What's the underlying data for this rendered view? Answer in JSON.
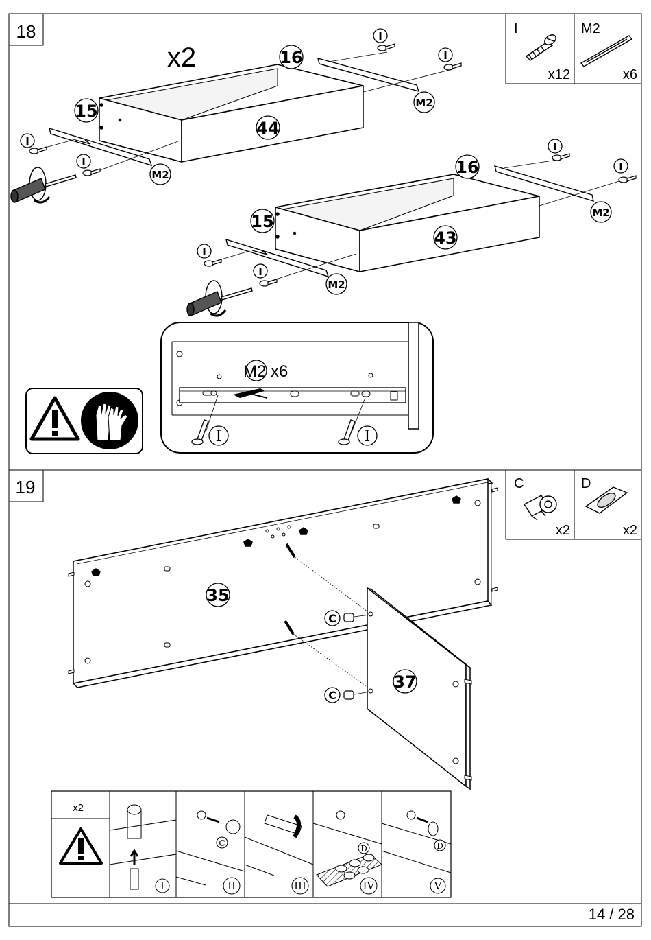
{
  "page": {
    "number": "14 / 28"
  },
  "step18": {
    "number": "18",
    "multiplier": "x2",
    "parts": {
      "p15": "15",
      "p16": "16",
      "p44": "44",
      "p43": "43"
    },
    "hardware_label_I": "I",
    "hardware_label_M2": "M2",
    "legend": [
      {
        "code": "I",
        "qty": "x12"
      },
      {
        "code": "M2",
        "qty": "x6"
      }
    ],
    "detail": {
      "title": "M2 x6",
      "screw_label": "I"
    }
  },
  "step19": {
    "number": "19",
    "parts": {
      "p35": "35",
      "p37": "37"
    },
    "hardware_label_C": "C",
    "legend": [
      {
        "code": "C",
        "qty": "x2"
      },
      {
        "code": "D",
        "qty": "x2"
      }
    ],
    "instructions": {
      "qty": "x2",
      "steps": [
        "I",
        "II",
        "III",
        "IV",
        "V"
      ],
      "label_C": "C",
      "label_D": "D"
    }
  }
}
